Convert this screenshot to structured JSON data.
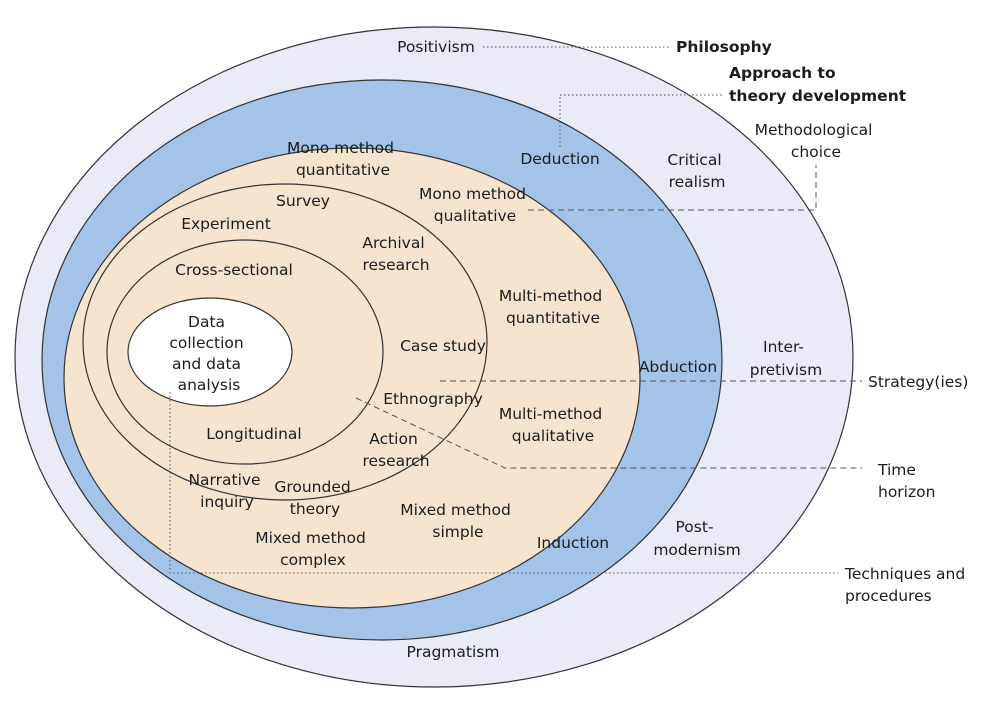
{
  "layers": {
    "philosophy": {
      "name": "Philosophy",
      "items": [
        "Positivism",
        "Critical",
        "realism",
        "Inter-",
        "pretivism",
        "Post-",
        "modernism",
        "Pragmatism"
      ]
    },
    "approach": {
      "name_lines": [
        "Approach to",
        "theory development"
      ],
      "items": [
        "Deduction",
        "Abduction",
        "Induction"
      ]
    },
    "methodological_choice": {
      "name_lines": [
        "Methodological",
        "choice"
      ],
      "items": [
        "Mono method",
        "quantitative",
        "Mono method",
        "qualitative",
        "Multi-method",
        "quantitative",
        "Multi-method",
        "qualitative",
        "Mixed method",
        "simple",
        "Mixed method",
        "complex"
      ]
    },
    "strategies": {
      "name": "Strategy(ies)",
      "items": [
        "Survey",
        "Experiment",
        "Archival",
        "research",
        "Case study",
        "Ethnography",
        "Action",
        "research",
        "Grounded",
        "theory",
        "Narrative",
        "inquiry"
      ]
    },
    "time_horizon": {
      "name_lines": [
        "Time",
        "horizon"
      ],
      "items": [
        "Cross-sectional",
        "Longitudinal"
      ]
    },
    "techniques": {
      "name_lines": [
        "Techniques and",
        "procedures"
      ],
      "core_lines": [
        "Data",
        "collection",
        "and data",
        "analysis"
      ]
    }
  },
  "colors": {
    "outer_layer": "#e9ecf7",
    "approach_layer": "#a3c3e8",
    "inner_layers": "#f7e4cf",
    "core": "#ffffff",
    "outline": "#333333"
  }
}
